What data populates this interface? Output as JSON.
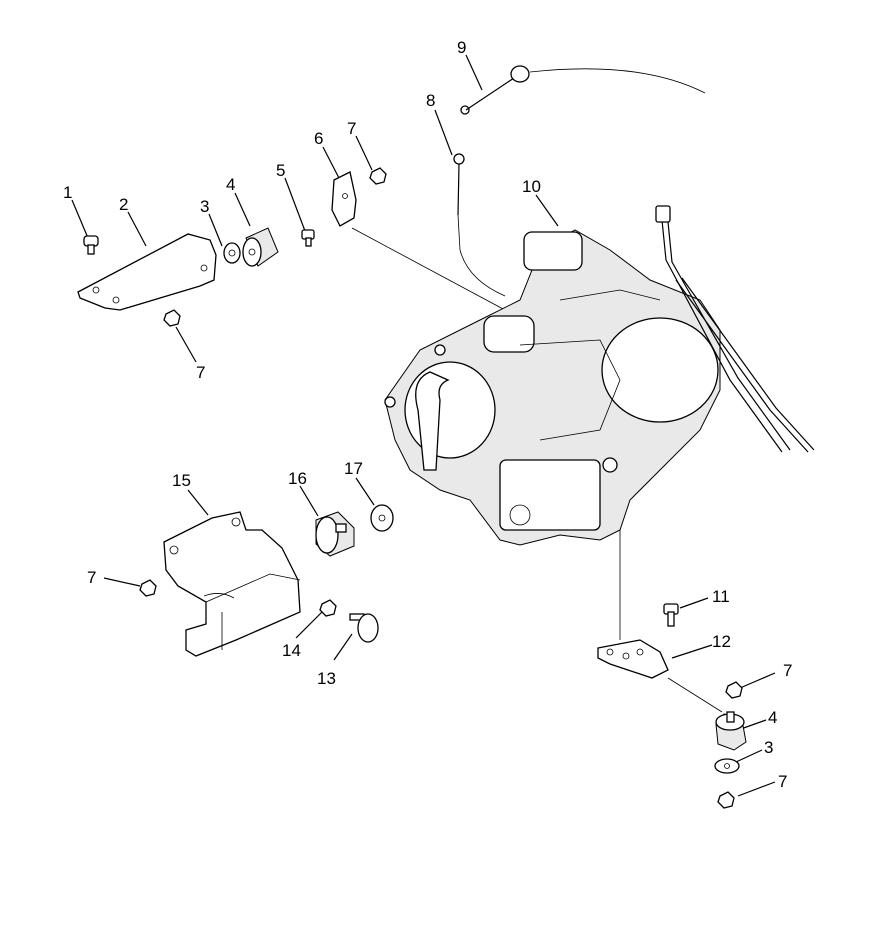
{
  "callouts": {
    "c1": "1",
    "c2": "2",
    "c3a": "3",
    "c4a": "4",
    "c5": "5",
    "c6": "6",
    "c7a": "7",
    "c7b": "7",
    "c8": "8",
    "c9": "9",
    "c10": "10",
    "c15": "15",
    "c16": "16",
    "c17": "17",
    "c7c": "7",
    "c14": "14",
    "c13": "13",
    "c11": "11",
    "c12": "12",
    "c7d": "7",
    "c4b": "4",
    "c3b": "3",
    "c7e": "7"
  }
}
